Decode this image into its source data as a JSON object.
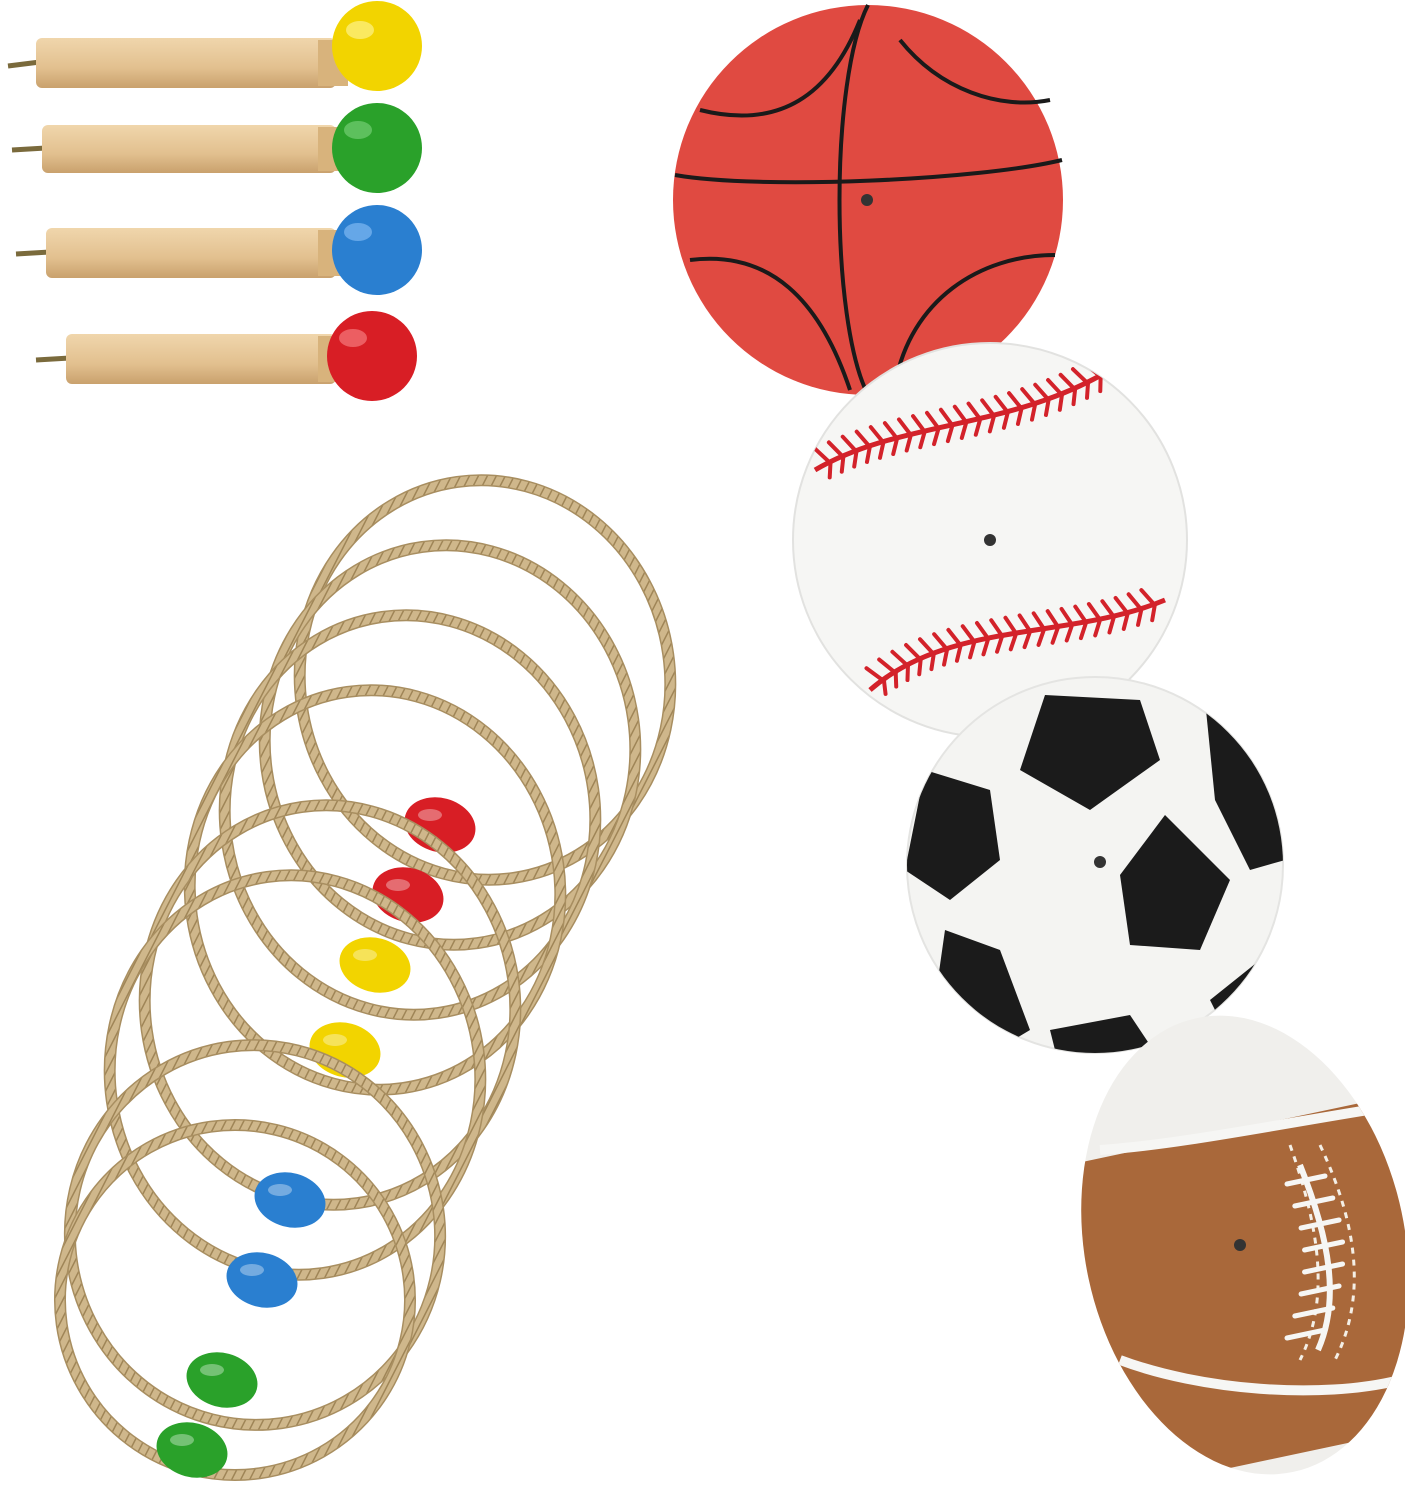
{
  "colors": {
    "background": "#ffffff",
    "wood": "#e7c79a",
    "wood_dark": "#c9a16d",
    "rope": "#c9b184",
    "rope_dark": "#a88e60",
    "yellow": "#f2d400",
    "green": "#2aa12a",
    "blue": "#2a7fd0",
    "red": "#d81e25",
    "basketball": "#e04a41",
    "baseball": "#f6f6f4",
    "baseball_stitch": "#d3222a",
    "soccer_black": "#1b1b1b",
    "football": "#a9683a"
  },
  "pegs": [
    {
      "icon": "peg-icon",
      "head_color": "yellow"
    },
    {
      "icon": "peg-icon",
      "head_color": "green"
    },
    {
      "icon": "peg-icon",
      "head_color": "blue"
    },
    {
      "icon": "peg-icon",
      "head_color": "red"
    }
  ],
  "rings": [
    {
      "icon": "rope-ring-icon",
      "bead_color": "red"
    },
    {
      "icon": "rope-ring-icon",
      "bead_color": "red"
    },
    {
      "icon": "rope-ring-icon",
      "bead_color": "yellow"
    },
    {
      "icon": "rope-ring-icon",
      "bead_color": "yellow"
    },
    {
      "icon": "rope-ring-icon",
      "bead_color": "blue"
    },
    {
      "icon": "rope-ring-icon",
      "bead_color": "blue"
    },
    {
      "icon": "rope-ring-icon",
      "bead_color": "green"
    },
    {
      "icon": "rope-ring-icon",
      "bead_color": "green"
    }
  ],
  "targets": [
    {
      "icon": "basketball-target-icon"
    },
    {
      "icon": "baseball-target-icon"
    },
    {
      "icon": "soccer-ball-target-icon"
    },
    {
      "icon": "football-target-icon"
    }
  ]
}
